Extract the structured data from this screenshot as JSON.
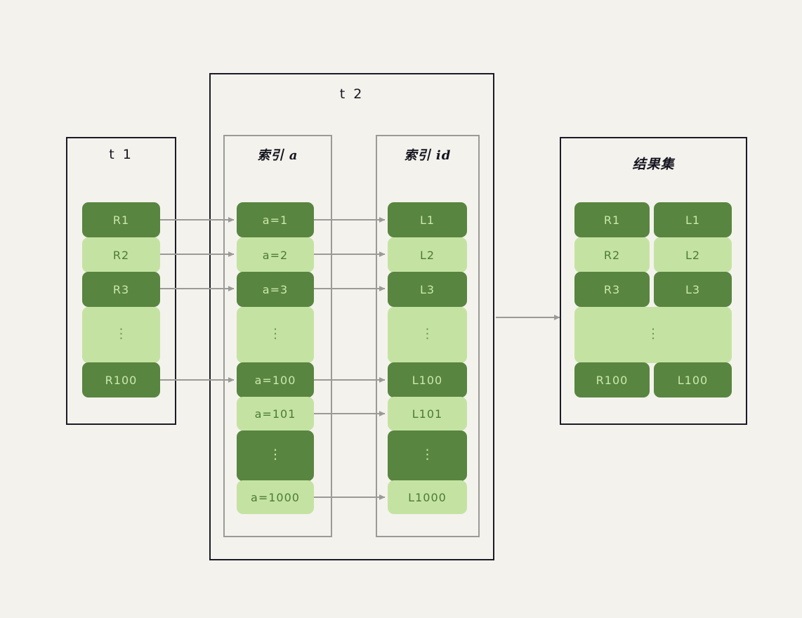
{
  "diagram": {
    "background_color": "#f4f2ed",
    "accent_dark": "#588540",
    "accent_light": "#c4e3a2",
    "line_color": "#9a9a96",
    "border_color": "#1b1b26"
  },
  "panels": {
    "t1": {
      "title": "t 1"
    },
    "t2": {
      "title": "t 2"
    },
    "index_a": {
      "title": "索引 a"
    },
    "index_id": {
      "title": "索引 id"
    },
    "result": {
      "title": "结果集"
    }
  },
  "t1_rows": [
    {
      "label": "R1",
      "shade": "dark"
    },
    {
      "label": "R2",
      "shade": "light"
    },
    {
      "label": "R3",
      "shade": "dark"
    },
    {
      "label": "⋮",
      "shade": "light"
    },
    {
      "label": "R100",
      "shade": "dark"
    }
  ],
  "index_a_rows": [
    {
      "label": "a=1",
      "shade": "dark"
    },
    {
      "label": "a=2",
      "shade": "light"
    },
    {
      "label": "a=3",
      "shade": "dark"
    },
    {
      "label": "⋮",
      "shade": "light"
    },
    {
      "label": "a=100",
      "shade": "dark"
    },
    {
      "label": "a=101",
      "shade": "light"
    },
    {
      "label": "⋮",
      "shade": "dark"
    },
    {
      "label": "a=1000",
      "shade": "light"
    }
  ],
  "index_id_rows": [
    {
      "label": "L1",
      "shade": "dark"
    },
    {
      "label": "L2",
      "shade": "light"
    },
    {
      "label": "L3",
      "shade": "dark"
    },
    {
      "label": "⋮",
      "shade": "light"
    },
    {
      "label": "L100",
      "shade": "dark"
    },
    {
      "label": "L101",
      "shade": "light"
    },
    {
      "label": "⋮",
      "shade": "dark"
    },
    {
      "label": "L1000",
      "shade": "light"
    }
  ],
  "result_rows": [
    {
      "left": "R1",
      "right": "L1",
      "shade": "dark",
      "merged": false
    },
    {
      "left": "R2",
      "right": "L2",
      "shade": "light",
      "merged": false
    },
    {
      "left": "R3",
      "right": "L3",
      "shade": "dark",
      "merged": false
    },
    {
      "left": "⋮",
      "right": "",
      "shade": "light",
      "merged": true
    },
    {
      "left": "R100",
      "right": "L100",
      "shade": "dark",
      "merged": false
    }
  ]
}
